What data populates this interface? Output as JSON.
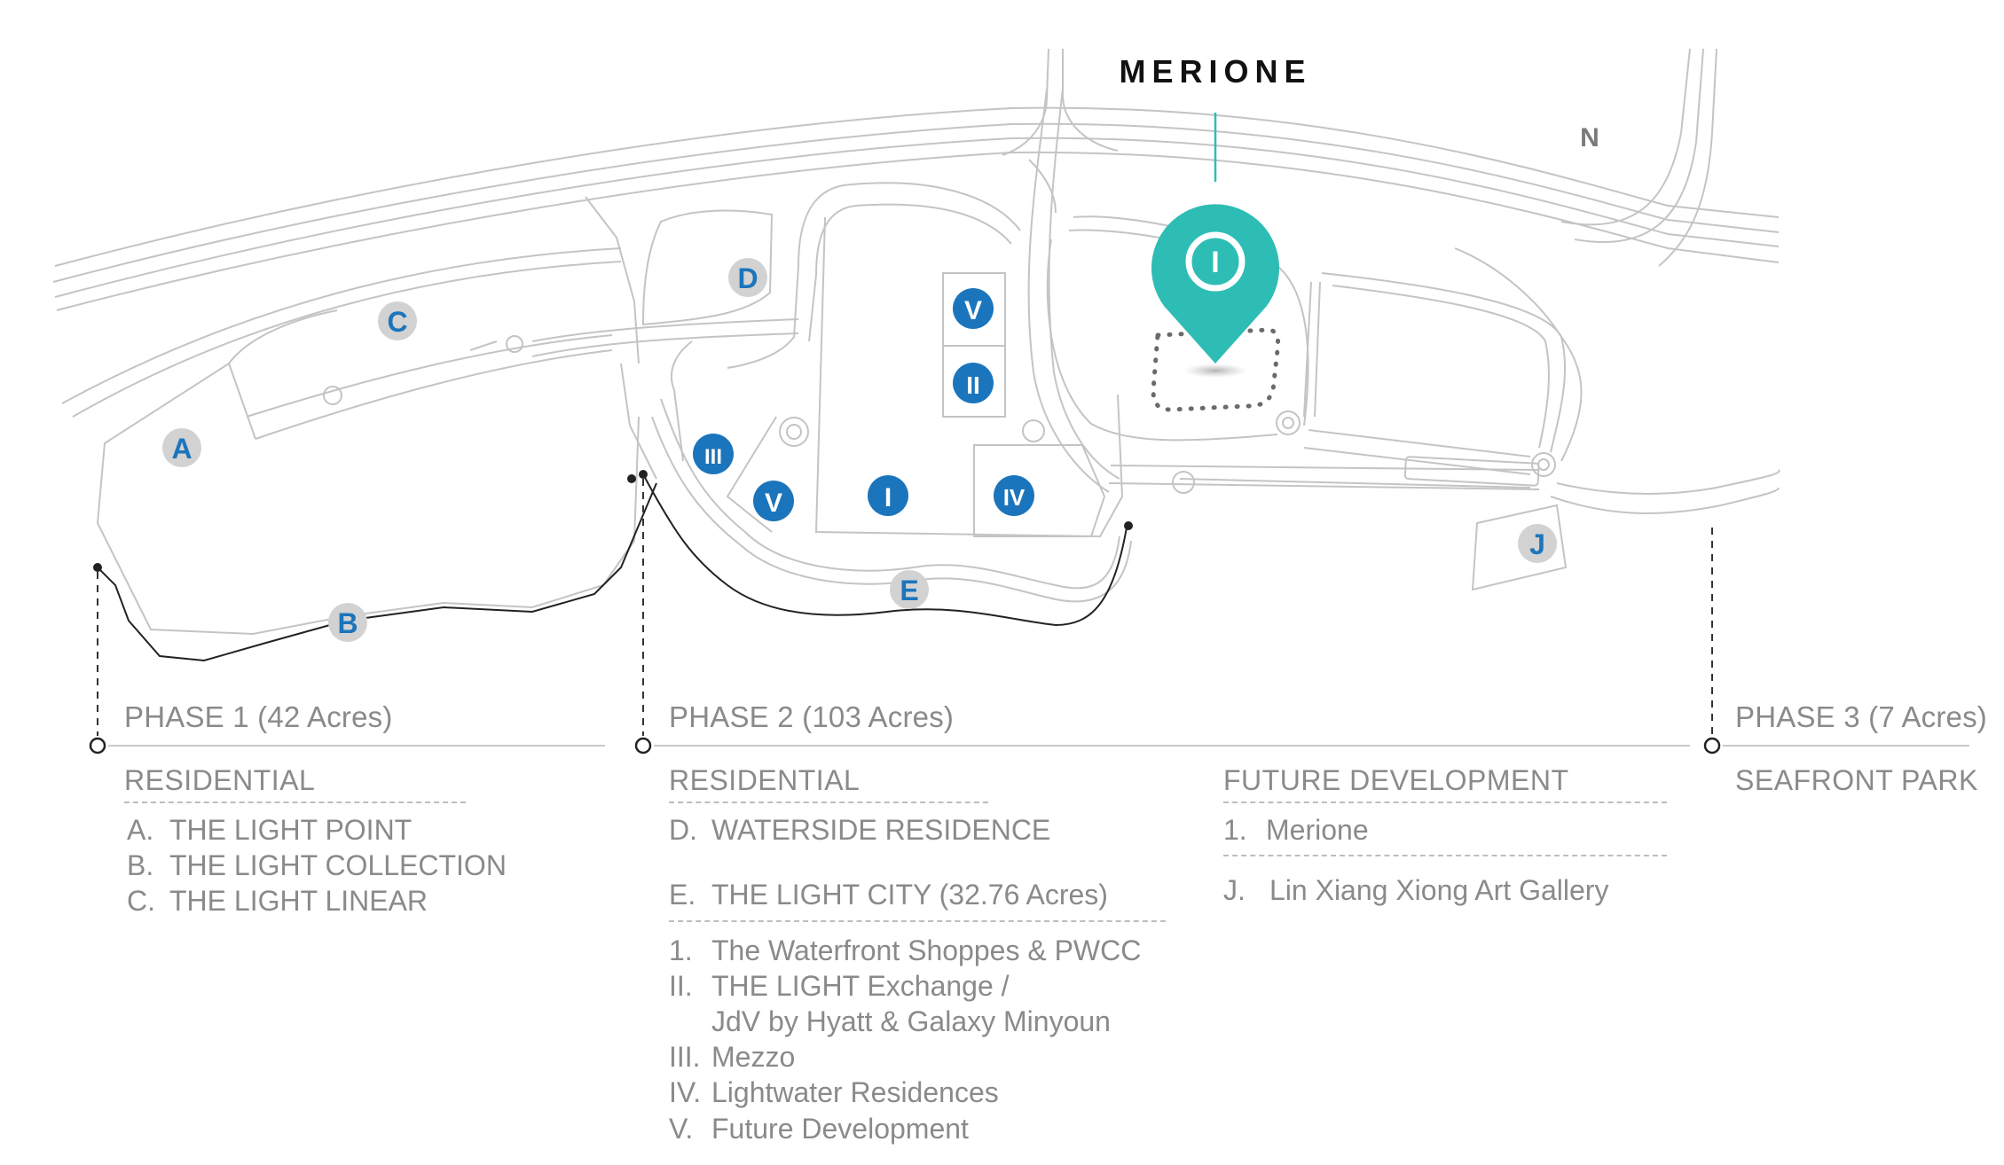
{
  "brand": {
    "name": "MERIONE",
    "pin_label": "I",
    "accent": "#2dbdb4"
  },
  "compass": "N",
  "colors": {
    "road": "#c4c4c4",
    "badge_blue": "#1b75bc",
    "badge_grey": "#c9c9c9",
    "text": "#8a8a8a",
    "boundary": "#222222"
  },
  "map_labels": {
    "A": "A",
    "B": "B",
    "C": "C",
    "D": "D",
    "E": "E",
    "J": "J",
    "roman_I": "I",
    "roman_II": "II",
    "roman_III": "III",
    "roman_IV": "IV",
    "roman_V": "V"
  },
  "phase1": {
    "title": "PHASE 1 (42 Acres)",
    "section": "RESIDENTIAL",
    "items": [
      {
        "key": "A.",
        "label": "THE LIGHT POINT"
      },
      {
        "key": "B.",
        "label": "THE LIGHT COLLECTION"
      },
      {
        "key": "C.",
        "label": "THE LIGHT LINEAR"
      }
    ]
  },
  "phase2": {
    "title": "PHASE 2 (103 Acres)",
    "section": "RESIDENTIAL",
    "item_d": {
      "key": "D.",
      "label": "WATERSIDE RESIDENCE"
    },
    "item_e": {
      "key": "E.",
      "label": "THE LIGHT CITY (32.76 Acres)"
    },
    "sub_items": [
      {
        "key": "1.",
        "label": "The Waterfront Shoppes & PWCC"
      },
      {
        "key": "II.",
        "label": "THE LIGHT Exchange /"
      },
      {
        "key": "",
        "label": "JdV by Hyatt & Galaxy Minyoun"
      },
      {
        "key": "III.",
        "label": "Mezzo"
      },
      {
        "key": "IV.",
        "label": "Lightwater Residences"
      },
      {
        "key": "V.",
        "label": "Future Development"
      }
    ],
    "future": {
      "section": "FUTURE DEVELOPMENT",
      "items": [
        {
          "key": "1.",
          "label": "Merione"
        },
        {
          "key": "J.",
          "label": "Lin Xiang Xiong Art Gallery"
        }
      ]
    }
  },
  "phase3": {
    "title": "PHASE 3 (7 Acres)",
    "section": "SEAFRONT PARK"
  }
}
